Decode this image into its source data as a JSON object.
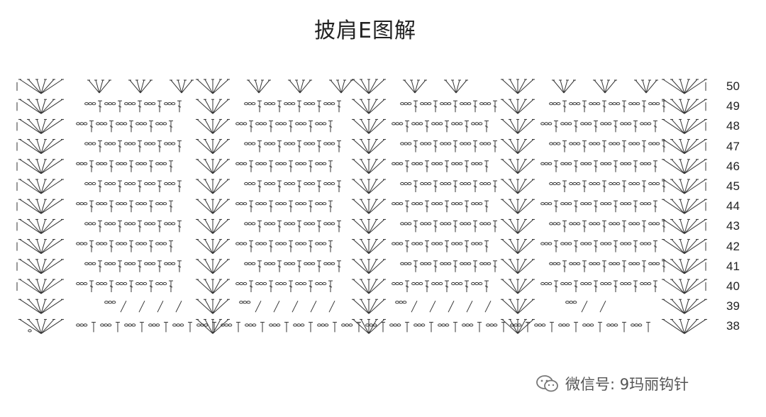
{
  "title": "披肩E图解",
  "rows": [
    "50",
    "49",
    "48",
    "47",
    "46",
    "45",
    "44",
    "43",
    "42",
    "41",
    "40",
    "39",
    "38"
  ],
  "footer": {
    "icon": "wechat-icon",
    "text": "微信号: 9玛丽钩针"
  },
  "colors": {
    "ink": "#333333",
    "watermark": "#c9c9c9",
    "text": "#222222"
  }
}
